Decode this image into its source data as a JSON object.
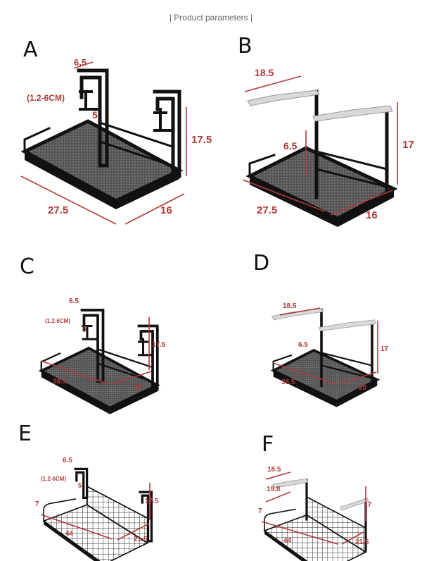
{
  "title": "| Product parameters |",
  "colors": {
    "dimension": "#b03a3a",
    "rack": "#111111"
  },
  "panels": {
    "A": {
      "letter": "A",
      "top_width": "6.5",
      "clamp_range": "(1.2-6CM)",
      "jaw": "5",
      "height": "17.5",
      "length": "27.5",
      "depth": "16"
    },
    "B": {
      "letter": "B",
      "plate_width": "18.5",
      "side_height": "6.5",
      "height": "17",
      "length": "27.5",
      "depth": "16"
    },
    "C": {
      "letter": "C",
      "top_width": "6.5",
      "clamp_range": "(1.2-6CM)",
      "jaw": "5",
      "height": "17.5",
      "length": "36.5",
      "depth": "20"
    },
    "D": {
      "letter": "D",
      "plate_width": "18.5",
      "side_height": "6.5",
      "height": "17",
      "length": "36.5",
      "depth": "20"
    },
    "E": {
      "letter": "E",
      "top_width": "6.5",
      "clamp_range": "(1.2-6CM)",
      "jaw": "5",
      "side_height": "7",
      "height": "17.5",
      "length": "44",
      "depth": "21.5"
    },
    "F": {
      "letter": "F",
      "plate_width": "18.5",
      "inner_width": "19.8",
      "side_height": "7",
      "height": "17",
      "length": "44",
      "depth": "21.5"
    }
  }
}
